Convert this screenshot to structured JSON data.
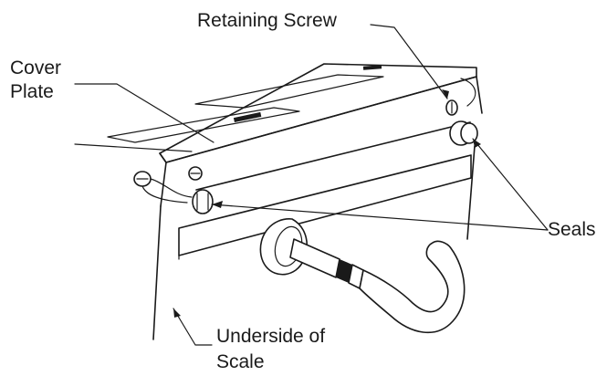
{
  "labels": {
    "retaining_screw": "Retaining Screw",
    "cover_line1": "Cover",
    "cover_line2": "Plate",
    "seals": "Seals",
    "underside_line1": "Underside of",
    "underside_line2": "Scale"
  },
  "colors": {
    "ink": "#1a1a1a",
    "background": "#ffffff"
  }
}
